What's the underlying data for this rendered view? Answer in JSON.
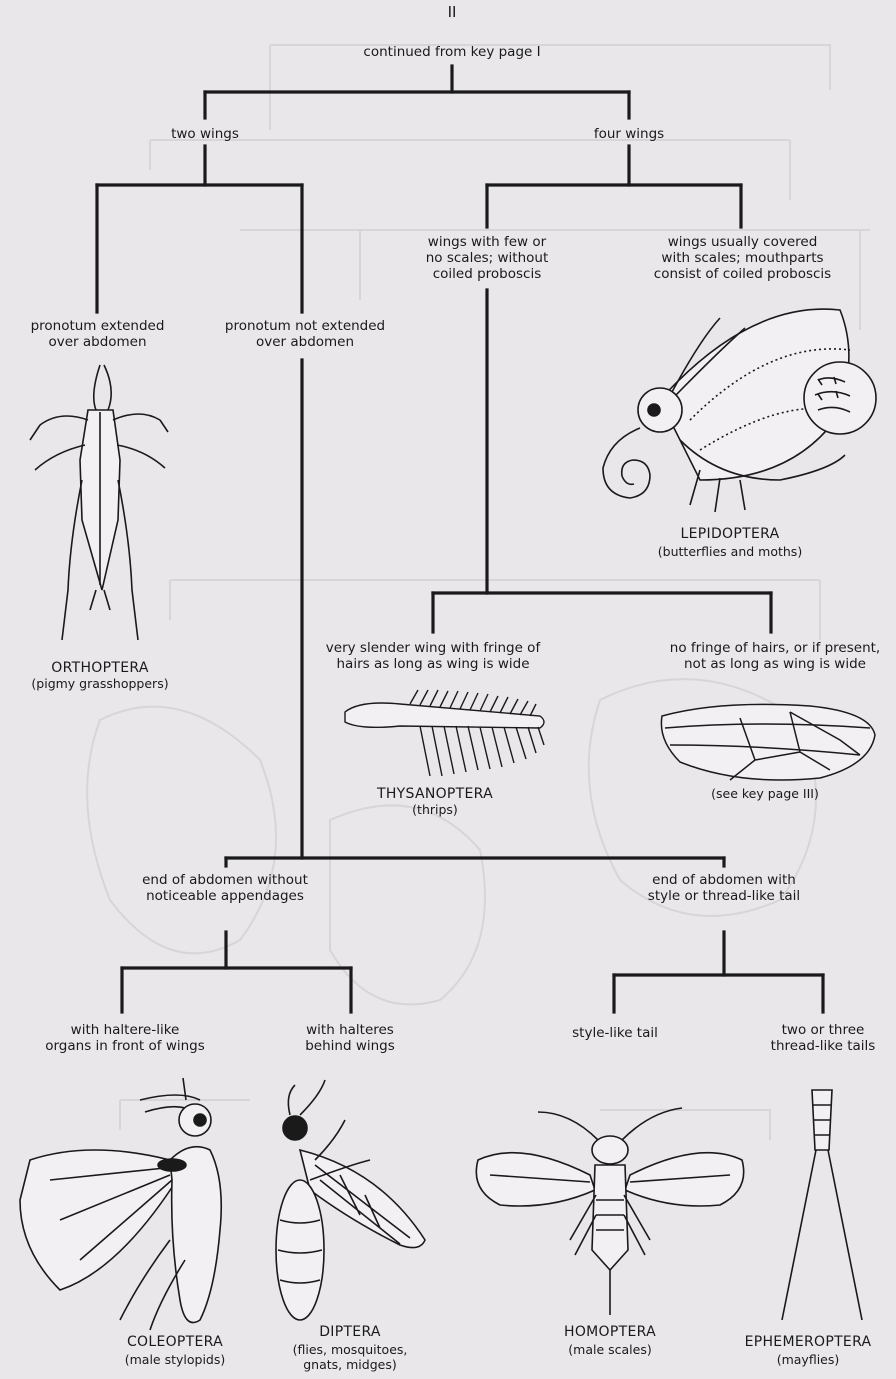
{
  "header": {
    "roman": "II",
    "continued": "continued from key page I"
  },
  "nodes": {
    "two_wings": "two wings",
    "four_wings": "four wings",
    "pronotum_extended": [
      "pronotum extended",
      "over abdomen"
    ],
    "pronotum_not_extended": [
      "pronotum not extended",
      "over abdomen"
    ],
    "few_scales": [
      "wings with few or",
      "no scales; without",
      "coiled proboscis"
    ],
    "covered_scales": [
      "wings usually covered",
      "with scales; mouthparts",
      "consist of coiled proboscis"
    ],
    "slender_wing": [
      "very slender wing with fringe of",
      "hairs as long as wing is wide"
    ],
    "no_fringe": [
      "no fringe of hairs, or if present,",
      "not as long as wing is wide"
    ],
    "no_appendages": [
      "end of abdomen without",
      "noticeable appendages"
    ],
    "with_tail": [
      "end of abdomen with",
      "style or thread-like tail"
    ],
    "haltere_front": [
      "with haltere-like",
      "organs in front of wings"
    ],
    "halteres_behind": [
      "with halteres",
      "behind wings"
    ],
    "style_tail": "style-like tail",
    "thread_tails": [
      "two or three",
      "thread-like tails"
    ]
  },
  "taxa": {
    "orthoptera": {
      "name": "ORTHOPTERA",
      "common": "(pigmy grasshoppers)"
    },
    "lepidoptera": {
      "name": "LEPIDOPTERA",
      "common": "(butterflies and moths)"
    },
    "thysanoptera": {
      "name": "THYSANOPTERA",
      "common": "(thrips)"
    },
    "see_key": {
      "common": "(see key page III)"
    },
    "coleoptera": {
      "name": "COLEOPTERA",
      "common": "(male stylopids)"
    },
    "diptera": {
      "name": "DIPTERA",
      "common": [
        "(flies, mosquitoes,",
        "gnats, midges)"
      ]
    },
    "homoptera": {
      "name": "HOMOPTERA",
      "common": "(male scales)"
    },
    "ephemeroptera": {
      "name": "EPHEMEROPTERA",
      "common": "(mayflies)"
    }
  },
  "colors": {
    "ink": "#1a1a1a",
    "paper": "#e9e7ea",
    "ghost": "#9a98a0"
  }
}
